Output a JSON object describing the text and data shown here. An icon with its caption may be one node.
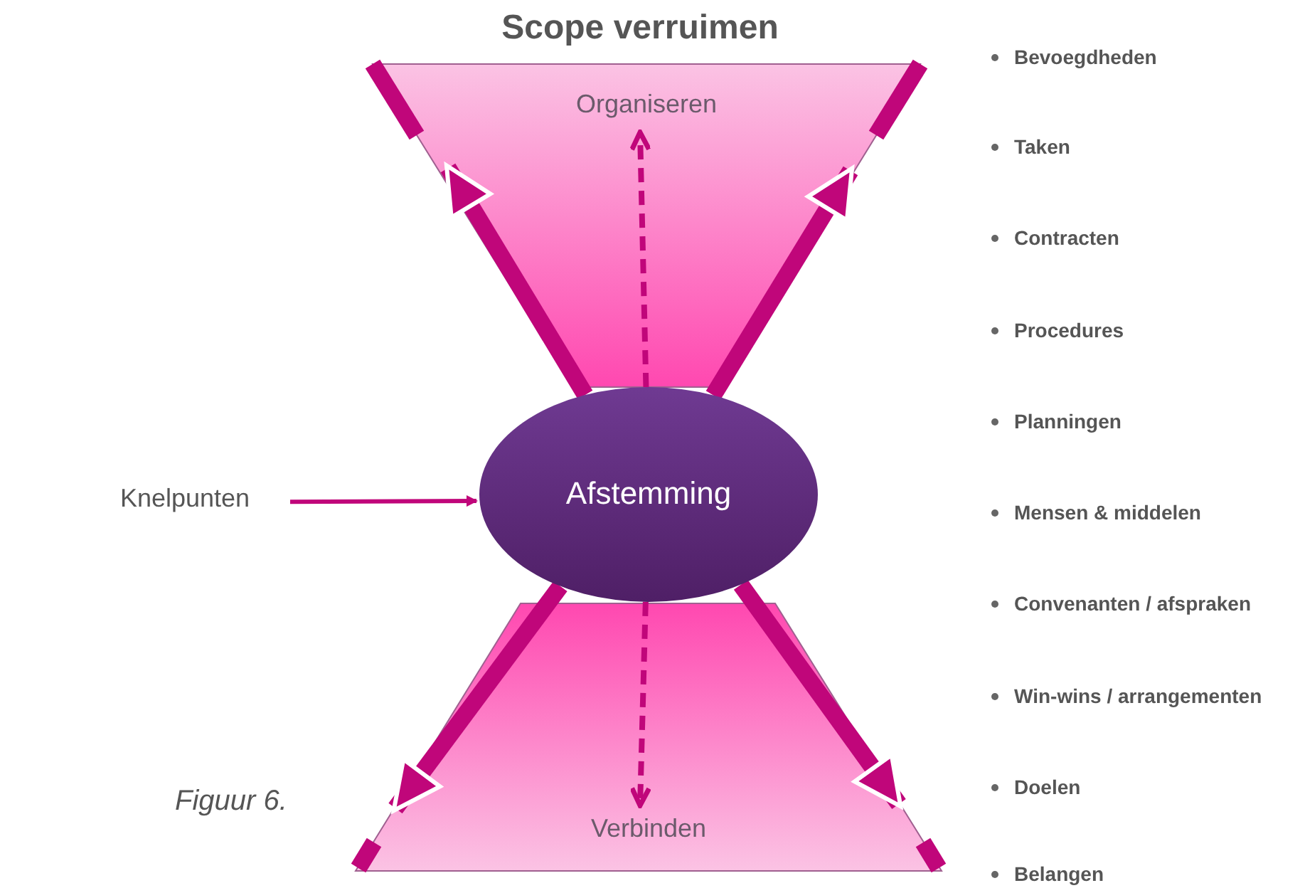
{
  "diagram": {
    "title": "Scope verruimen",
    "nodes": [
      {
        "text": [
          "Organiseren"
        ]
      },
      {
        "text": [
          "Afstemming"
        ]
      },
      {
        "text": [
          "Verbinden"
        ]
      },
      {
        "text": [
          "Knelpunten"
        ]
      }
    ],
    "edges": [
      {
        "from": 3,
        "to": 1,
        "arrow": "to"
      },
      {
        "from": 1,
        "to": 0,
        "arrow": "to",
        "style": "dashed"
      },
      {
        "from": 1,
        "to": 2,
        "arrow": "to",
        "style": "dashed"
      },
      {
        "from": 1,
        "to": 0,
        "arrow": "to"
      },
      {
        "from": 1,
        "to": 0,
        "arrow": "to"
      },
      {
        "from": 1,
        "to": 2,
        "arrow": "to"
      },
      {
        "from": 1,
        "to": 2,
        "arrow": "to"
      }
    ],
    "labels": [
      "Bevoegdheden",
      "Taken",
      "Contracten",
      "Procedures",
      "Planningen",
      "Mensen & middelen",
      "Convenanten / afspraken",
      "Win-wins / arrangementen",
      "Doelen",
      "Belangen",
      "Figuur 6."
    ]
  }
}
